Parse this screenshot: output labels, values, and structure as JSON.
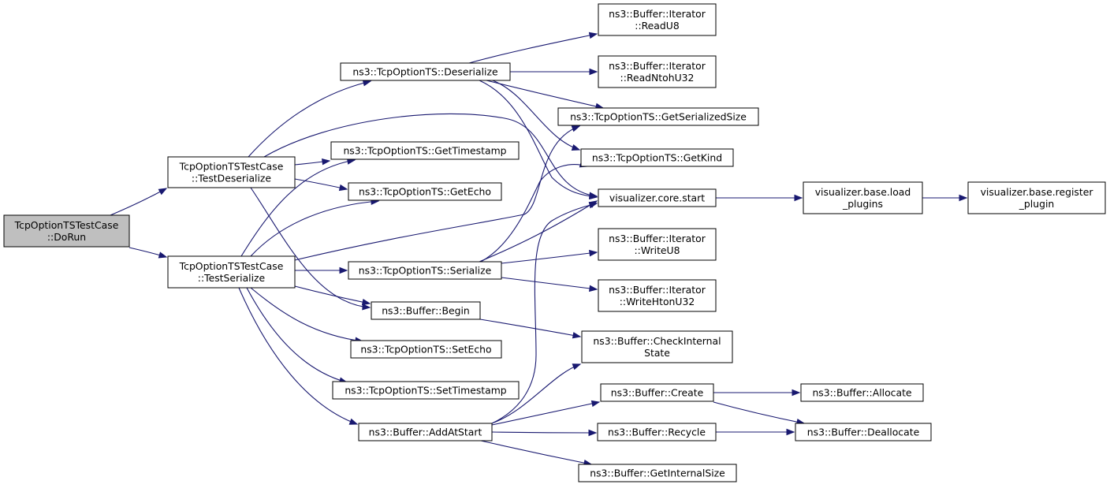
{
  "graph": {
    "edge_color": "#191970",
    "root_fill": "#bfbfbf",
    "nodes": [
      {
        "id": "dorun",
        "lines": [
          "TcpOptionTSTestCase",
          "::DoRun"
        ],
        "root": true
      },
      {
        "id": "testdeserialize",
        "lines": [
          "TcpOptionTSTestCase",
          "::TestDeserialize"
        ]
      },
      {
        "id": "testserialize",
        "lines": [
          "TcpOptionTSTestCase",
          "::TestSerialize"
        ]
      },
      {
        "id": "deserialize",
        "lines": [
          "ns3::TcpOptionTS::Deserialize"
        ]
      },
      {
        "id": "gettimestamp",
        "lines": [
          "ns3::TcpOptionTS::GetTimestamp"
        ]
      },
      {
        "id": "getecho",
        "lines": [
          "ns3::TcpOptionTS::GetEcho"
        ]
      },
      {
        "id": "serialize",
        "lines": [
          "ns3::TcpOptionTS::Serialize"
        ]
      },
      {
        "id": "begin",
        "lines": [
          "ns3::Buffer::Begin"
        ]
      },
      {
        "id": "setecho",
        "lines": [
          "ns3::TcpOptionTS::SetEcho"
        ]
      },
      {
        "id": "settimestamp",
        "lines": [
          "ns3::TcpOptionTS::SetTimestamp"
        ]
      },
      {
        "id": "addatstart",
        "lines": [
          "ns3::Buffer::AddAtStart"
        ]
      },
      {
        "id": "readu8",
        "lines": [
          "ns3::Buffer::Iterator",
          "::ReadU8"
        ]
      },
      {
        "id": "readntohu32",
        "lines": [
          "ns3::Buffer::Iterator",
          "::ReadNtohU32"
        ]
      },
      {
        "id": "getserializedsize",
        "lines": [
          "ns3::TcpOptionTS::GetSerializedSize"
        ]
      },
      {
        "id": "getkind",
        "lines": [
          "ns3::TcpOptionTS::GetKind"
        ]
      },
      {
        "id": "vcorestart",
        "lines": [
          "visualizer.core.start"
        ]
      },
      {
        "id": "writeu8",
        "lines": [
          "ns3::Buffer::Iterator",
          "::WriteU8"
        ]
      },
      {
        "id": "writehtonu32",
        "lines": [
          "ns3::Buffer::Iterator",
          "::WriteHtonU32"
        ]
      },
      {
        "id": "checkinternalstate",
        "lines": [
          "ns3::Buffer::CheckInternal",
          "State"
        ]
      },
      {
        "id": "create",
        "lines": [
          "ns3::Buffer::Create"
        ]
      },
      {
        "id": "recycle",
        "lines": [
          "ns3::Buffer::Recycle"
        ]
      },
      {
        "id": "getinternalsize",
        "lines": [
          "ns3::Buffer::GetInternalSize"
        ]
      },
      {
        "id": "loadplugins",
        "lines": [
          "visualizer.base.load",
          "_plugins"
        ]
      },
      {
        "id": "registerplugin",
        "lines": [
          "visualizer.base.register",
          "_plugin"
        ]
      },
      {
        "id": "allocate",
        "lines": [
          "ns3::Buffer::Allocate"
        ]
      },
      {
        "id": "deallocate",
        "lines": [
          "ns3::Buffer::Deallocate"
        ]
      }
    ],
    "edges": [
      {
        "from": "dorun",
        "to": "testdeserialize"
      },
      {
        "from": "dorun",
        "to": "testserialize"
      },
      {
        "from": "testdeserialize",
        "to": "deserialize"
      },
      {
        "from": "testdeserialize",
        "to": "gettimestamp"
      },
      {
        "from": "testdeserialize",
        "to": "getecho"
      },
      {
        "from": "testdeserialize",
        "to": "vcorestart"
      },
      {
        "from": "testdeserialize",
        "to": "begin"
      },
      {
        "from": "testserialize",
        "to": "gettimestamp"
      },
      {
        "from": "testserialize",
        "to": "getecho"
      },
      {
        "from": "testserialize",
        "to": "getserializedsize"
      },
      {
        "from": "testserialize",
        "to": "serialize"
      },
      {
        "from": "testserialize",
        "to": "begin"
      },
      {
        "from": "testserialize",
        "to": "setecho"
      },
      {
        "from": "testserialize",
        "to": "settimestamp"
      },
      {
        "from": "testserialize",
        "to": "addatstart"
      },
      {
        "from": "deserialize",
        "to": "readu8"
      },
      {
        "from": "deserialize",
        "to": "readntohu32"
      },
      {
        "from": "deserialize",
        "to": "getserializedsize"
      },
      {
        "from": "deserialize",
        "to": "getkind"
      },
      {
        "from": "deserialize",
        "to": "vcorestart"
      },
      {
        "from": "serialize",
        "to": "getkind"
      },
      {
        "from": "serialize",
        "to": "vcorestart"
      },
      {
        "from": "serialize",
        "to": "writeu8"
      },
      {
        "from": "serialize",
        "to": "writehtonu32"
      },
      {
        "from": "begin",
        "to": "checkinternalstate"
      },
      {
        "from": "addatstart",
        "to": "vcorestart"
      },
      {
        "from": "addatstart",
        "to": "checkinternalstate"
      },
      {
        "from": "addatstart",
        "to": "create"
      },
      {
        "from": "addatstart",
        "to": "recycle"
      },
      {
        "from": "addatstart",
        "to": "getinternalsize"
      },
      {
        "from": "vcorestart",
        "to": "loadplugins"
      },
      {
        "from": "loadplugins",
        "to": "registerplugin"
      },
      {
        "from": "create",
        "to": "allocate"
      },
      {
        "from": "create",
        "to": "deallocate"
      },
      {
        "from": "recycle",
        "to": "deallocate"
      }
    ]
  }
}
